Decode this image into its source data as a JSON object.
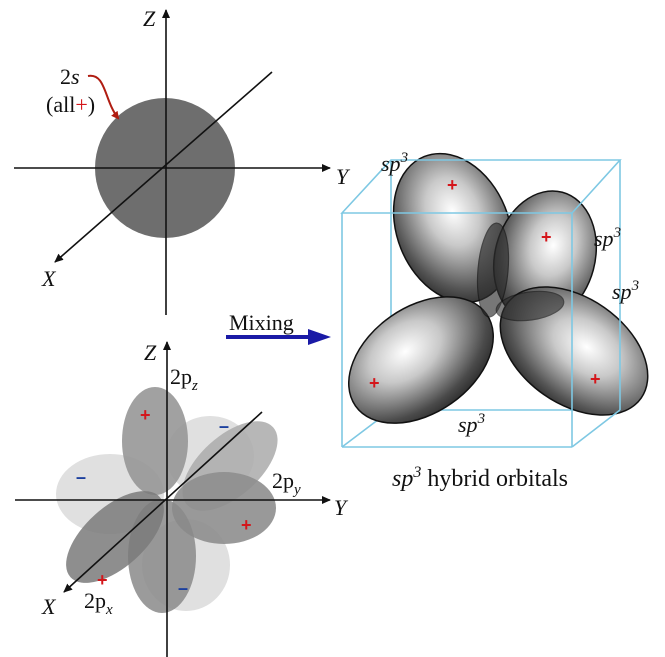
{
  "top_panel": {
    "axis_x": "X",
    "axis_y": "Y",
    "axis_z": "Z",
    "orbital_label": "2s",
    "note_prefix": "(all",
    "note_sign": "+",
    "note_suffix": ")"
  },
  "arrow": {
    "label": "Mixing"
  },
  "hybrid_panel": {
    "lobe_labels": [
      "sp3",
      "sp3",
      "sp3",
      "sp3"
    ],
    "caption_prefix": "sp",
    "caption_sup": "3",
    "caption_rest": " hybrid orbitals",
    "sup": "3",
    "plus_sign": "+"
  },
  "bottom_panel": {
    "axis_x": "X",
    "axis_y": "Y",
    "axis_z": "Z",
    "label_pz_base": "2p",
    "label_pz_sub": "z",
    "label_py_base": "2p",
    "label_py_sub": "y",
    "label_px_base": "2p",
    "label_px_sub": "x",
    "plus_sign": "+",
    "minus_sign": "–"
  },
  "colors": {
    "s_orbital": "#6e6e6e",
    "axes": "#111111",
    "plus": "#d4161b",
    "minus": "#1b3f9e",
    "arrow": "#1a1aa6",
    "cube": "#7ec8e3",
    "curved_arrow": "#b01d12"
  }
}
